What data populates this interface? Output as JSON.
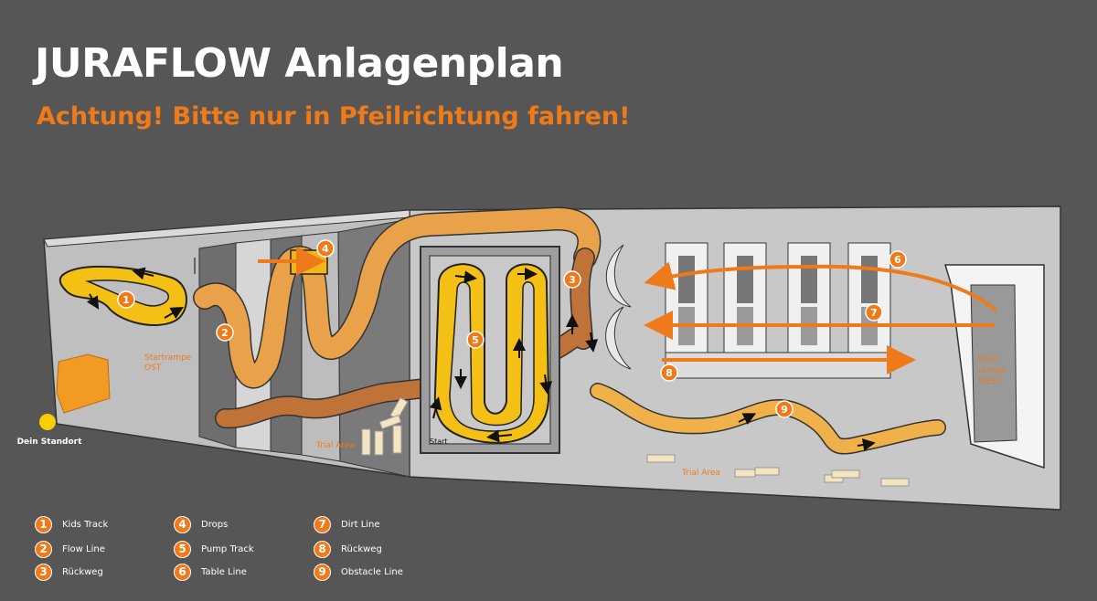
{
  "title": "JURAFLOW Anlagenplan",
  "subtitle": "Achtung! Bitte nur in Pfeilrichtung fahren!",
  "colors": {
    "background": "#565656",
    "hall_floor": "#c4c4c4",
    "orange": "#ef7a1a",
    "track_yellow": "#f5c015",
    "standort_yellow": "#f7cf00"
  },
  "map": {
    "dein_standort": "Dein Standort",
    "startrampe_ost": [
      "Startrampe",
      "OST"
    ],
    "startrampe_west": [
      "Start-",
      "rampe",
      "WEST"
    ],
    "trial_area_1": "Trial Area",
    "trial_area_2": "Trial Area",
    "start": "Start"
  },
  "legend": [
    {
      "num": "1",
      "label": "Kids Track"
    },
    {
      "num": "2",
      "label": "Flow Line"
    },
    {
      "num": "3",
      "label": "Rückweg"
    },
    {
      "num": "4",
      "label": "Drops"
    },
    {
      "num": "5",
      "label": "Pump Track"
    },
    {
      "num": "6",
      "label": "Table Line"
    },
    {
      "num": "7",
      "label": "Dirt Line"
    },
    {
      "num": "8",
      "label": "Rückweg"
    },
    {
      "num": "9",
      "label": "Obstacle Line"
    }
  ]
}
